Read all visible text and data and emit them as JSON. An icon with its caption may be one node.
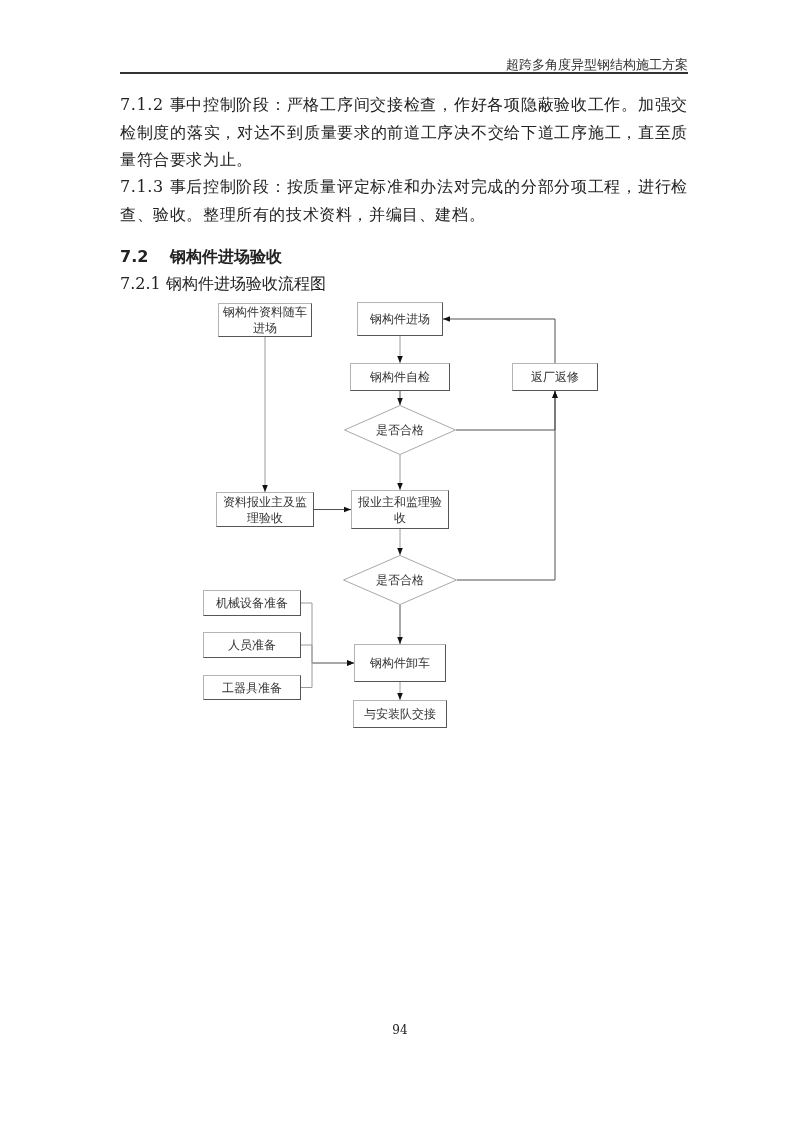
{
  "diagram": {
    "title": "7.2.1 钢构件进场验收流程图",
    "nodes": [
      {
        "text": [
          "钢构件资料随车进场"
        ]
      },
      {
        "text": [
          "钢构件进场"
        ]
      },
      {
        "text": [
          "钢构件自检"
        ]
      },
      {
        "text": [
          "返厂返修"
        ]
      },
      {
        "text": [
          "是否合格"
        ]
      },
      {
        "text": [
          "资料报业主及监理验收"
        ]
      },
      {
        "text": [
          "报业主和监理验收"
        ]
      },
      {
        "text": [
          "是否合格"
        ]
      },
      {
        "text": [
          "机械设备准备"
        ]
      },
      {
        "text": [
          "人员准备"
        ]
      },
      {
        "text": [
          "钢构件卸车"
        ]
      },
      {
        "text": [
          "工器具准备"
        ]
      },
      {
        "text": [
          "与安装队交接"
        ]
      }
    ],
    "edges": [
      {
        "from": 0,
        "to": 5,
        "arrow": "to"
      },
      {
        "from": 1,
        "to": 2,
        "arrow": "to"
      },
      {
        "from": 2,
        "to": 4,
        "arrow": "to",
        "color": "#505050"
      },
      {
        "from": 4,
        "to": 6,
        "arrow": "to"
      },
      {
        "from": 4,
        "to": 3,
        "arrow": "to",
        "color": "#505050"
      },
      {
        "from": 7,
        "to": 3,
        "arrow": "to",
        "color": "#505050"
      },
      {
        "from": 3,
        "to": 1,
        "arrow": "to",
        "color": "#505050"
      },
      {
        "from": 5,
        "to": 6,
        "arrow": "to",
        "color": "#505050"
      },
      {
        "from": 6,
        "to": 7,
        "arrow": "to"
      },
      {
        "from": 7,
        "to": 10,
        "arrow": "to",
        "color": "#505050"
      },
      {
        "from": 8,
        "to": 10,
        "arrow": "to"
      },
      {
        "from": 9,
        "to": 10,
        "arrow": "to"
      },
      {
        "from": 11,
        "to": 10,
        "arrow": "to"
      },
      {
        "from": 10,
        "to": 12,
        "arrow": "to"
      }
    ],
    "labels": [
      "超跨多角度异型钢结构施工方案",
      "7.1.2 事中控制阶段：严格工序间交接检查，作好各项隐蔽验收工作。加强交检制度的落实，对达不到质量要求的前道工序决不交给下道工序施工，直至质量符合要求为止。",
      "7.1.3 事后控制阶段：按质量评定标准和办法对完成的分部分项工程，进行检查、验收。整理所有的技术资料，并编目、建档。",
      "7.2 钢构件进场验收",
      "94"
    ]
  }
}
